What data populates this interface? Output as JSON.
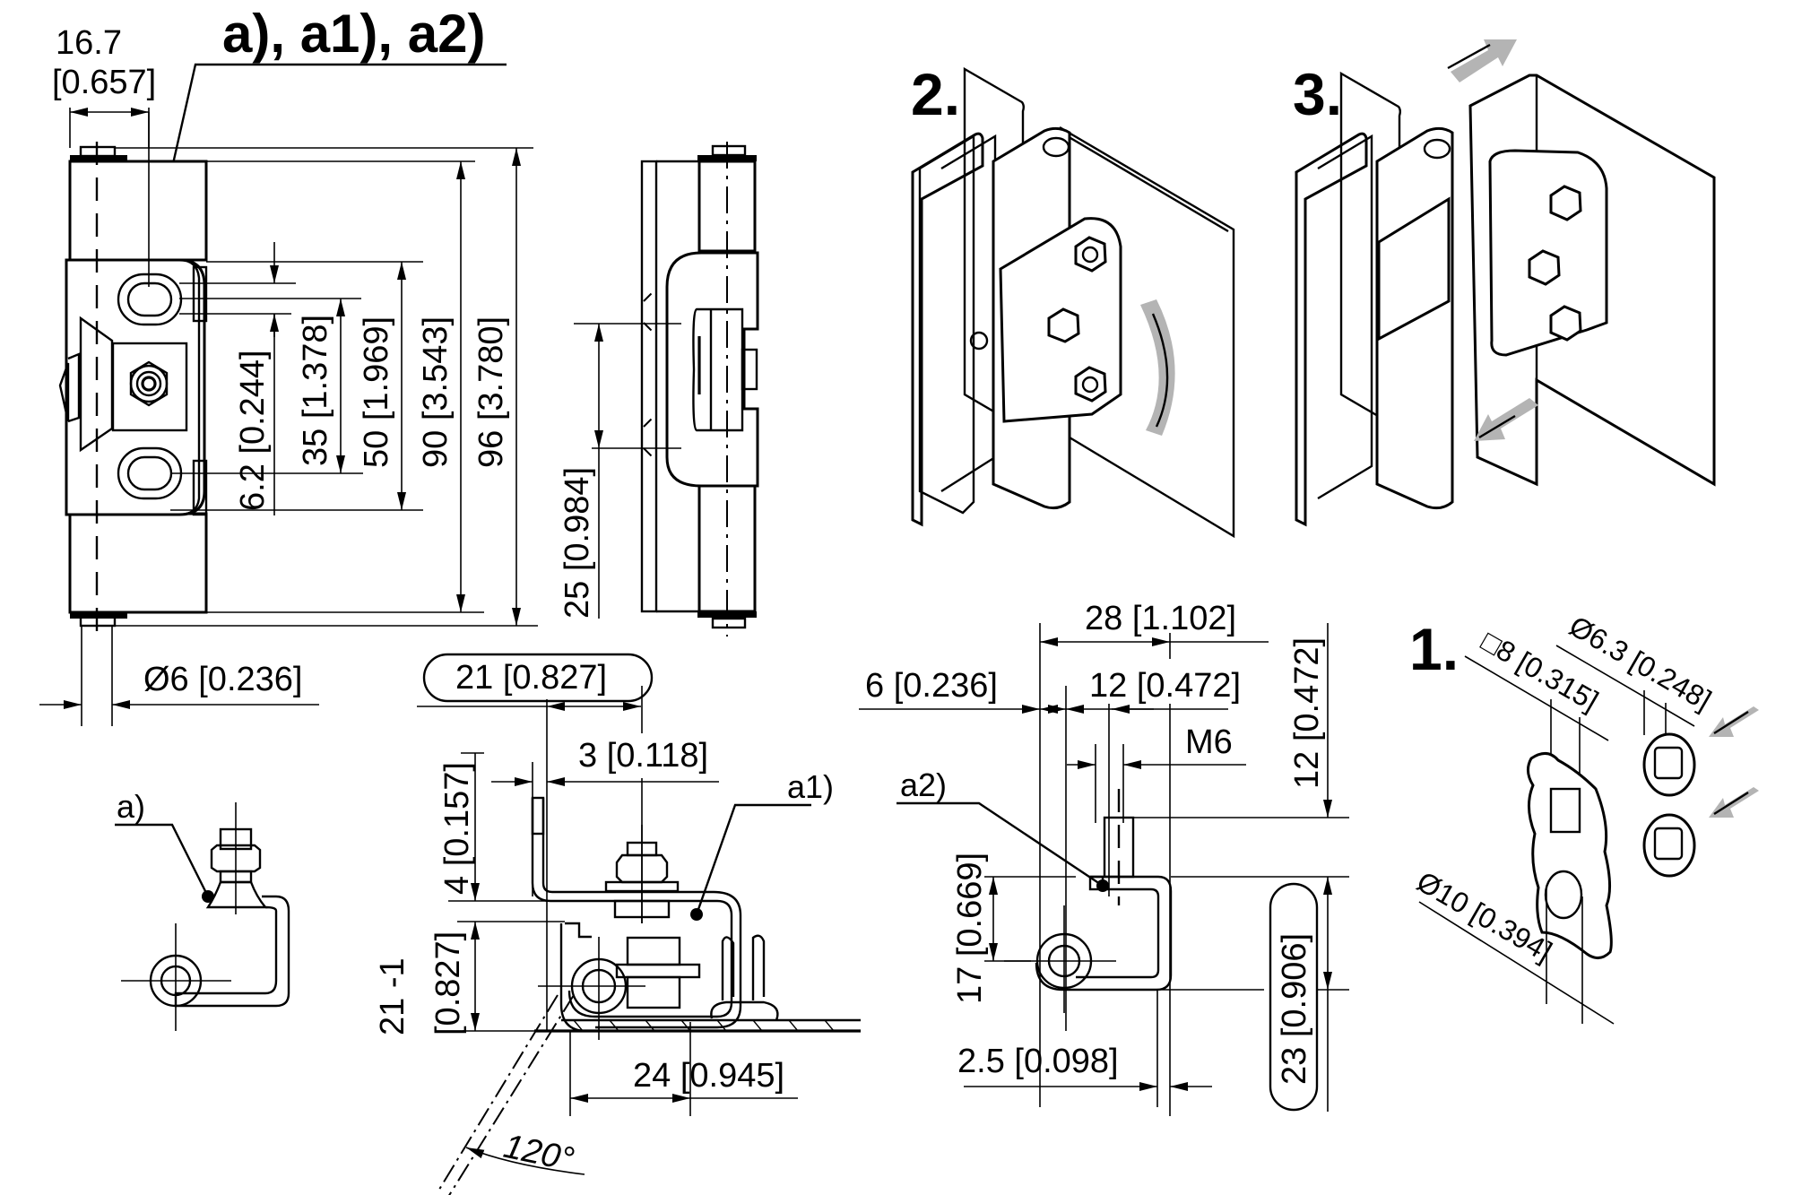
{
  "title": "a), a1), a2)",
  "front_view": {
    "dims": {
      "offset_16_7_mm": "16.7",
      "offset_16_7_in": "[0.657]",
      "slot_6_2": "6.2 [0.244]",
      "dim_35": "35 [1.378]",
      "dim_50": "50 [1.969]",
      "dim_90": "90 [3.543]",
      "dim_96": "96 [3.780]",
      "pin_dia": "Ø6 [0.236]"
    }
  },
  "side_view": {
    "dims": {
      "dim_25": "25 [0.984]"
    }
  },
  "section_a": {
    "callout": "a)"
  },
  "section_a1": {
    "callout": "a1)",
    "dims": {
      "dim_21": "21 [0.827]",
      "dim_3": "3 [0.118]",
      "dim_4": "4 [0.157]",
      "dim_21_tol_top": "21  -1",
      "dim_21_tol_bottom": "[0.827]",
      "dim_24": "24 [0.945]",
      "angle": "120°"
    }
  },
  "section_a2": {
    "callout": "a2)",
    "dims": {
      "dim_28": "28 [1.102]",
      "dim_6": "6 [0.236]",
      "dim_12h": "12 [0.472]",
      "thread": "M6",
      "dim_12v": "12 [0.472]",
      "dim_17": "17 [0.669]",
      "dim_23": "23 [0.906]",
      "dim_2_5": "2.5 [0.098]"
    }
  },
  "steps": [
    {
      "label": "1.",
      "dims": {
        "square": "□8 [0.315]",
        "dia_6_3": "Ø6.3 [0.248]",
        "dia_10": "Ø10 [0.394]"
      }
    },
    {
      "label": "2."
    },
    {
      "label": "3."
    }
  ],
  "colors": {
    "line": "#000000",
    "arrow_fill": "#b4b4b4",
    "background": "#ffffff"
  }
}
